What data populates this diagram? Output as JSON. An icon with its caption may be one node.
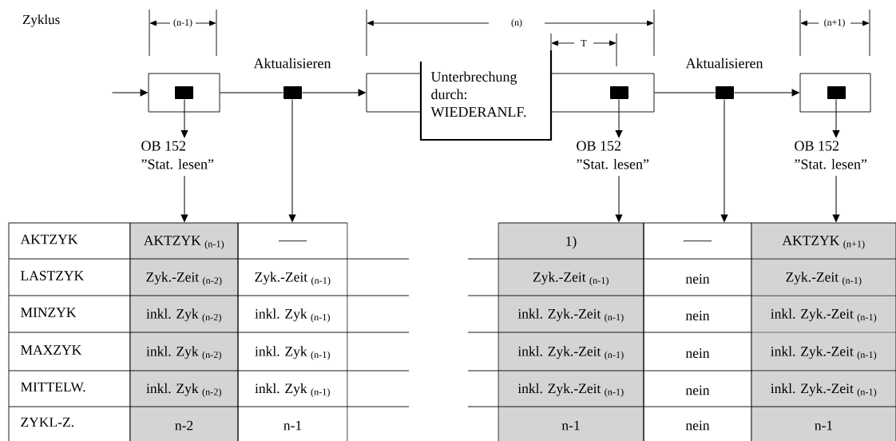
{
  "diagram": {
    "nodes": [
      {
        "text": [],
        "shape": "box"
      },
      {
        "text": [],
        "shape": "box",
        "in": 0
      },
      {
        "text": [],
        "shape": "box"
      },
      {
        "text": [],
        "shape": "box"
      },
      {
        "text": [
          "Unterbrechung durch: WIEDERANLF."
        ]
      },
      {
        "text": [],
        "shape": "box",
        "in": 3
      },
      {
        "text": [],
        "shape": "box"
      },
      {
        "text": [],
        "shape": "box"
      },
      {
        "text": [],
        "shape": "box",
        "in": 7
      },
      {
        "text": [
          "OB 152",
          "”Stat. lesen”"
        ]
      },
      {
        "text": [
          "OB 152",
          "”Stat. lesen”"
        ]
      },
      {
        "text": [
          "OB 152",
          "”Stat. lesen”"
        ]
      },
      {
        "text": [
          "AKTZYK",
          "LASTZYK",
          "MINZYK",
          "MAXZYK",
          "MITTELW.",
          "ZYKL-Z."
        ]
      },
      {
        "text": [
          "AKTZYK $_{(n-1)}$",
          "Zyk.-Zeit $_{(n-2)}$",
          "inkl. Zyk $_{(n-2)}$",
          "inkl. Zyk $_{(n-2)}$",
          "inkl. Zyk $_{(n-2)}$",
          "n-2"
        ]
      },
      {
        "text": [
          "——",
          "Zyk.-Zeit $_{(n-1)}$",
          "inkl. Zyk $_{(n-1)}$",
          "inkl. Zyk $_{(n-1)}$",
          "inkl. Zyk $_{(n-1)}$",
          "n-1"
        ]
      },
      {
        "text": [
          "1)",
          "Zyk.-Zeit $_{(n-1)}$",
          "inkl. Zyk.-Zeit $_{(n-1)}$",
          "inkl. Zyk.-Zeit $_{(n-1)}$",
          "inkl. Zyk.-Zeit $_{(n-1)}$",
          "n-1"
        ]
      },
      {
        "text": [
          "——",
          "nein",
          "nein",
          "nein",
          "nein",
          "nein"
        ]
      },
      {
        "text": [
          "AKTZYK $_{(n+1)}$",
          "Zyk.-Zeit $_{(n-1)}$",
          "inkl. Zyk.-Zeit $_{(n-1)}$",
          "inkl. Zyk.-Zeit $_{(n-1)}$",
          "inkl. Zyk.-Zeit $_{(n-1)}$",
          "n-1"
        ]
      }
    ],
    "edges": [
      {
        "from": null,
        "to": 0,
        "arrow": "to"
      },
      {
        "from": 0,
        "to": 2,
        "arrow": "none"
      },
      {
        "from": 2,
        "to": 3,
        "arrow": "to"
      },
      {
        "from": 1,
        "to": 9,
        "arrow": "to"
      },
      {
        "from": 9,
        "to": 13,
        "arrow": "to"
      },
      {
        "from": 2,
        "to": 14,
        "arrow": "to"
      },
      {
        "from": 3,
        "to": 6,
        "arrow": "none"
      },
      {
        "from": 6,
        "to": 7,
        "arrow": "to"
      },
      {
        "from": 5,
        "to": 10,
        "arrow": "to"
      },
      {
        "from": 10,
        "to": 15,
        "arrow": "to"
      },
      {
        "from": 6,
        "to": 16,
        "arrow": "to"
      },
      {
        "from": 8,
        "to": 11,
        "arrow": "to"
      },
      {
        "from": 11,
        "to": 17,
        "arrow": "to"
      }
    ],
    "labels": [
      "Zyklus",
      "(n-1)",
      "(n)",
      "(n+1)",
      "T",
      "Aktualisieren",
      "Aktualisieren"
    ]
  }
}
